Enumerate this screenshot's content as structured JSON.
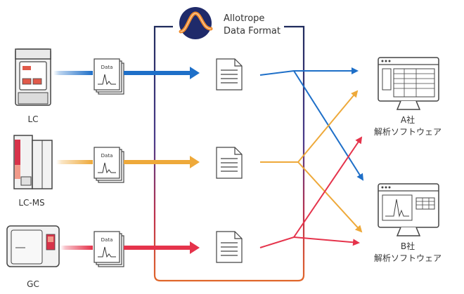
{
  "brand": {
    "line1": "Allotrope",
    "line2": "Data Format"
  },
  "instruments": [
    {
      "label": "LC",
      "color": "#1e6fc8"
    },
    {
      "label": "LC-MS",
      "color": "#eea93a"
    },
    {
      "label": "GC",
      "color": "#e5334b"
    }
  ],
  "data_file_label": "Data",
  "software": [
    {
      "label_line1": "A社",
      "label_line2": "解析ソフトウェア"
    },
    {
      "label_line1": "B社",
      "label_line2": "解析ソフトウェア"
    }
  ],
  "colors": {
    "blue": "#1e6fc8",
    "orange": "#eea93a",
    "red": "#e5334b",
    "navy": "#1f2a5c",
    "purple": "#5c3a8a",
    "gray": "#555555"
  }
}
